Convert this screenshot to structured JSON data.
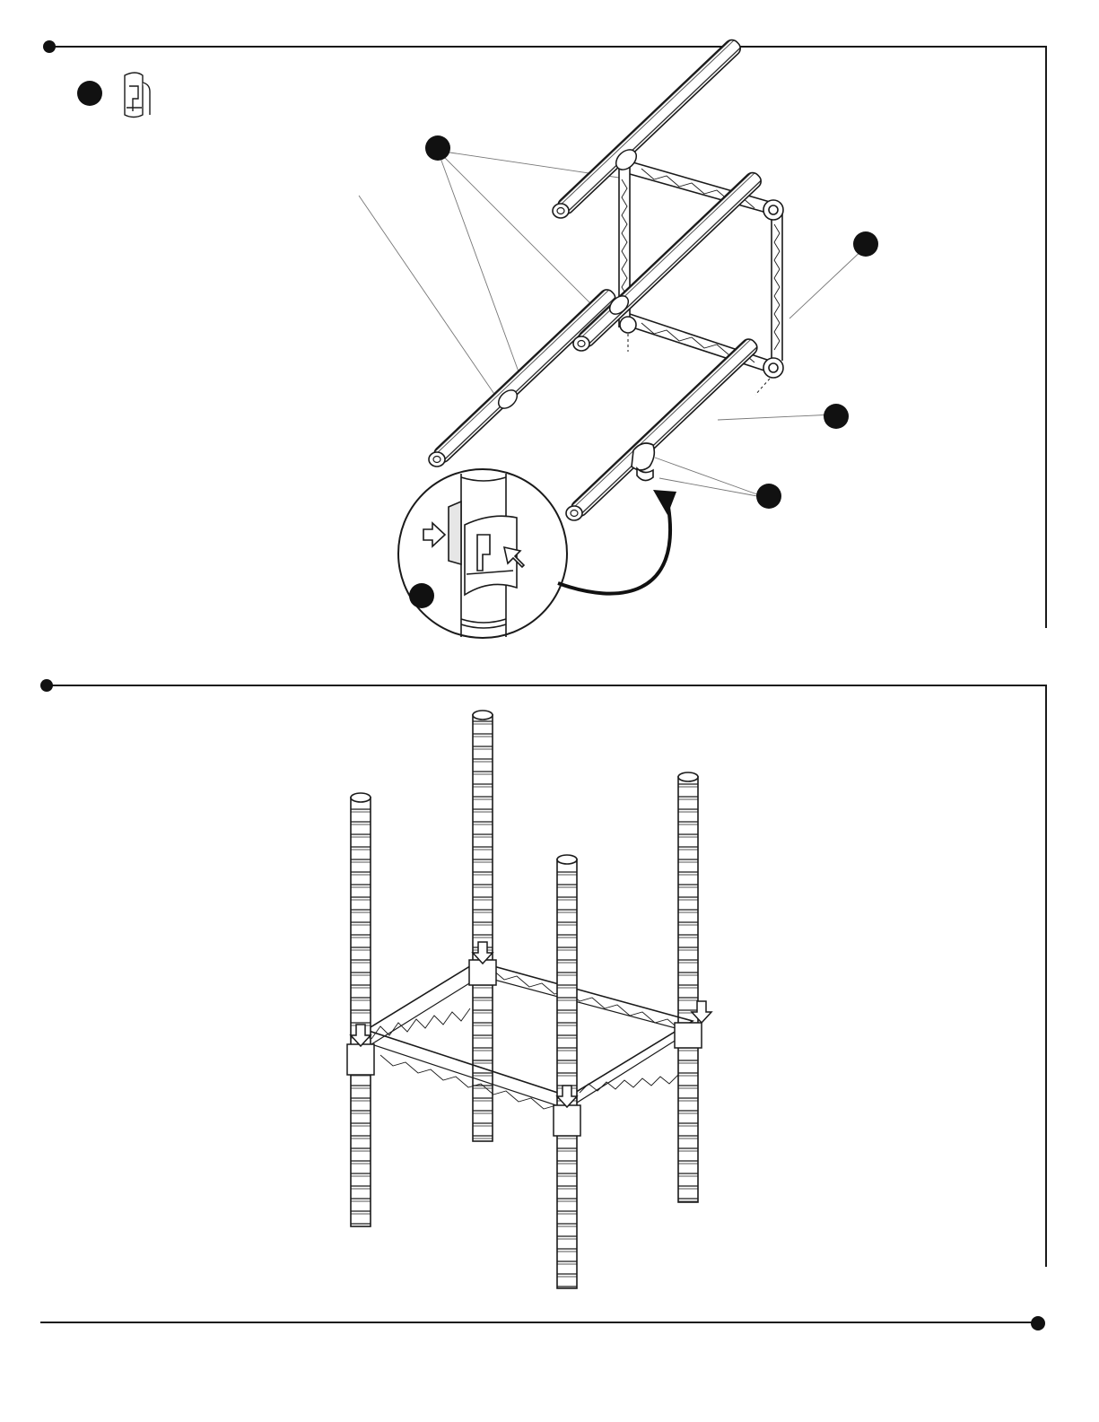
{
  "step_markers": [
    {
      "kind": "step",
      "label": ""
    },
    {
      "kind": "step",
      "label": ""
    }
  ],
  "callouts": [
    {
      "part": "clip",
      "label": ""
    },
    {
      "part": "post",
      "label": ""
    },
    {
      "part": "frame",
      "label": ""
    },
    {
      "part": "post",
      "label": ""
    },
    {
      "part": "clip",
      "label": ""
    },
    {
      "part": "clip",
      "label": ""
    }
  ],
  "icons": {
    "clip": "plastic-sleeve-clip-icon",
    "press_arrow": "press-arrow-icon",
    "down_arrow": "down-arrow-icon",
    "curved_arrow": "curved-arrow-icon"
  },
  "colors": {
    "ink": "#1a1a1a",
    "fill": "#ffffff",
    "shade": "#e6e6e6",
    "leader": "#777777",
    "marker": "#111111"
  }
}
